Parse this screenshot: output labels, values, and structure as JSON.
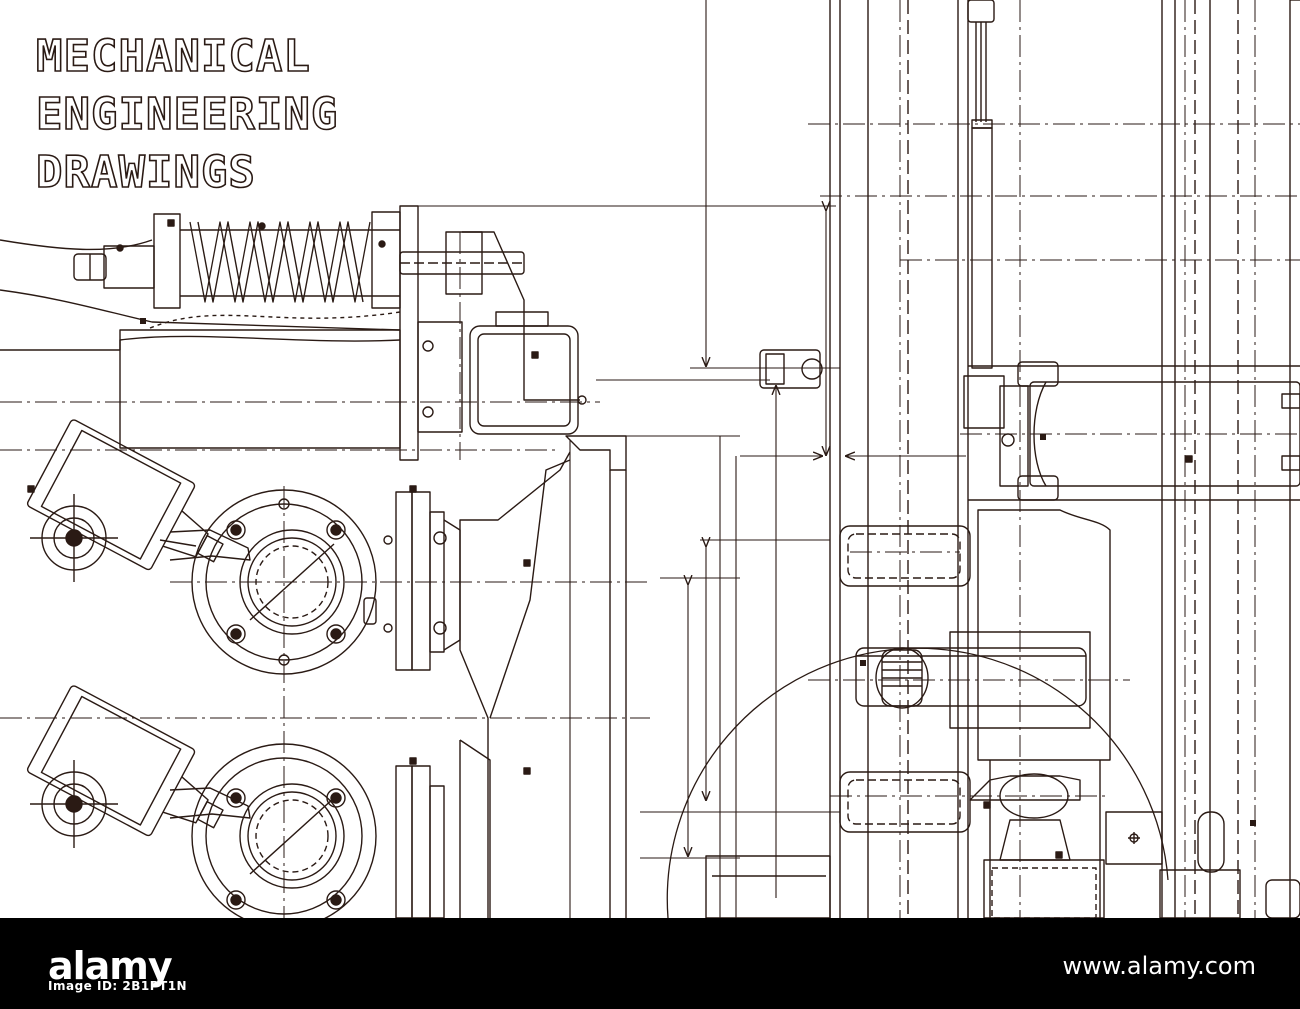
{
  "title": {
    "lines": [
      "MECHANICAL",
      "ENGINEERING",
      "DRAWINGS"
    ]
  },
  "footer": {
    "logo": "alamy",
    "image_id": "Image ID: 2B1PT1N",
    "site": "www.alamy.com"
  },
  "colors": {
    "ink": "#2a1a14",
    "background": "#ffffff",
    "footer": "#000000"
  }
}
